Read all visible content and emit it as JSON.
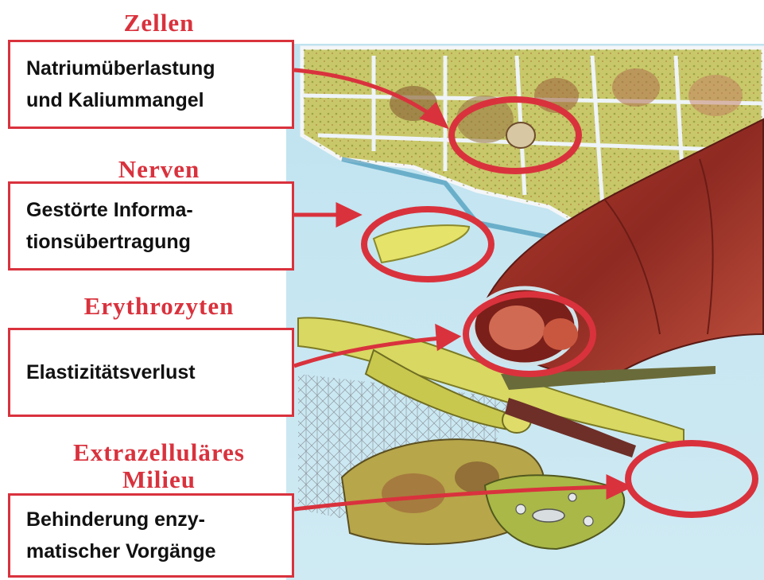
{
  "colors": {
    "accent_red": "#d9323d",
    "box_text": "#111111",
    "background": "#ffffff"
  },
  "sections": [
    {
      "heading": "Zellen",
      "text": "Natriumüberlastung\nund Kaliummangel"
    },
    {
      "heading": "Nerven",
      "text": "Gestörte Informa-\ntionsübertragung"
    },
    {
      "heading": "Erythrozyten",
      "text": "Elastizitätsverlust"
    },
    {
      "heading": "Extrazelluläres\nMilieu",
      "text": "Behinderung enzy-\nmatischer Vorgänge"
    }
  ],
  "illustration": {
    "subject": "cells-nerve-blood-vessel-illustration"
  }
}
